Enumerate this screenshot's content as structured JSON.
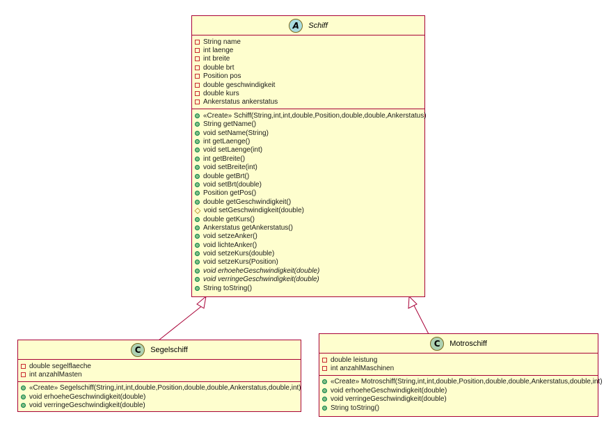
{
  "diagram": {
    "schiff": {
      "name": "Schiff",
      "stereotype_letter": "A",
      "fields": [
        {
          "vis": "private",
          "text": "String name"
        },
        {
          "vis": "private",
          "text": "int laenge"
        },
        {
          "vis": "private",
          "text": "int breite"
        },
        {
          "vis": "private",
          "text": "double brt"
        },
        {
          "vis": "private",
          "text": "Position pos"
        },
        {
          "vis": "private",
          "text": "double geschwindigkeit"
        },
        {
          "vis": "private",
          "text": "double kurs"
        },
        {
          "vis": "private",
          "text": "Ankerstatus ankerstatus"
        }
      ],
      "methods": [
        {
          "vis": "public",
          "text": "«Create» Schiff(String,int,int,double,Position,double,double,Ankerstatus)",
          "italic": false
        },
        {
          "vis": "public",
          "text": "String getName()",
          "italic": false
        },
        {
          "vis": "public",
          "text": "void setName(String)",
          "italic": false
        },
        {
          "vis": "public",
          "text": "int getLaenge()",
          "italic": false
        },
        {
          "vis": "public",
          "text": "void setLaenge(int)",
          "italic": false
        },
        {
          "vis": "public",
          "text": "int getBreite()",
          "italic": false
        },
        {
          "vis": "public",
          "text": "void setBreite(int)",
          "italic": false
        },
        {
          "vis": "public",
          "text": "double getBrt()",
          "italic": false
        },
        {
          "vis": "public",
          "text": "void setBrt(double)",
          "italic": false
        },
        {
          "vis": "public",
          "text": "Position getPos()",
          "italic": false
        },
        {
          "vis": "public",
          "text": "double getGeschwindigkeit()",
          "italic": false
        },
        {
          "vis": "protected",
          "text": "void setGeschwindigkeit(double)",
          "italic": false
        },
        {
          "vis": "public",
          "text": "double getKurs()",
          "italic": false
        },
        {
          "vis": "public",
          "text": "Ankerstatus getAnkerstatus()",
          "italic": false
        },
        {
          "vis": "public",
          "text": "void setzeAnker()",
          "italic": false
        },
        {
          "vis": "public",
          "text": "void lichteAnker()",
          "italic": false
        },
        {
          "vis": "public",
          "text": "void setzeKurs(double)",
          "italic": false
        },
        {
          "vis": "public",
          "text": "void setzeKurs(Position)",
          "italic": false
        },
        {
          "vis": "public",
          "text": "void erhoeheGeschwindigkeit(double)",
          "italic": true
        },
        {
          "vis": "public",
          "text": "void verringeGeschwindigkeit(double)",
          "italic": true
        },
        {
          "vis": "public",
          "text": "String toString()",
          "italic": false
        }
      ]
    },
    "segelschiff": {
      "name": "Segelschiff",
      "stereotype_letter": "C",
      "fields": [
        {
          "vis": "private",
          "text": "double segelflaeche"
        },
        {
          "vis": "private",
          "text": "int anzahlMasten"
        }
      ],
      "methods": [
        {
          "vis": "public",
          "text": "«Create» Segelschiff(String,int,int,double,Position,double,double,Ankerstatus,double,int)",
          "italic": false
        },
        {
          "vis": "public",
          "text": "void erhoeheGeschwindigkeit(double)",
          "italic": false
        },
        {
          "vis": "public",
          "text": "void verringeGeschwindigkeit(double)",
          "italic": false
        }
      ]
    },
    "motorschiff": {
      "name": "Motroschiff",
      "stereotype_letter": "C",
      "fields": [
        {
          "vis": "private",
          "text": "double leistung"
        },
        {
          "vis": "private",
          "text": "int anzahlMaschinen"
        }
      ],
      "methods": [
        {
          "vis": "public",
          "text": "«Create» Motroschiff(String,int,int,double,Position,double,double,Ankerstatus,double,int)",
          "italic": false
        },
        {
          "vis": "public",
          "text": "void erhoeheGeschwindigkeit(double)",
          "italic": false
        },
        {
          "vis": "public",
          "text": "void verringeGeschwindigkeit(double)",
          "italic": false
        },
        {
          "vis": "public",
          "text": "String toString()",
          "italic": false
        }
      ]
    },
    "colors": {
      "class_fill": "#fefece",
      "class_border": "#a80036",
      "abstract_badge": "#a9dcdf",
      "class_badge": "#add1b2",
      "connector": "#a80036"
    }
  }
}
